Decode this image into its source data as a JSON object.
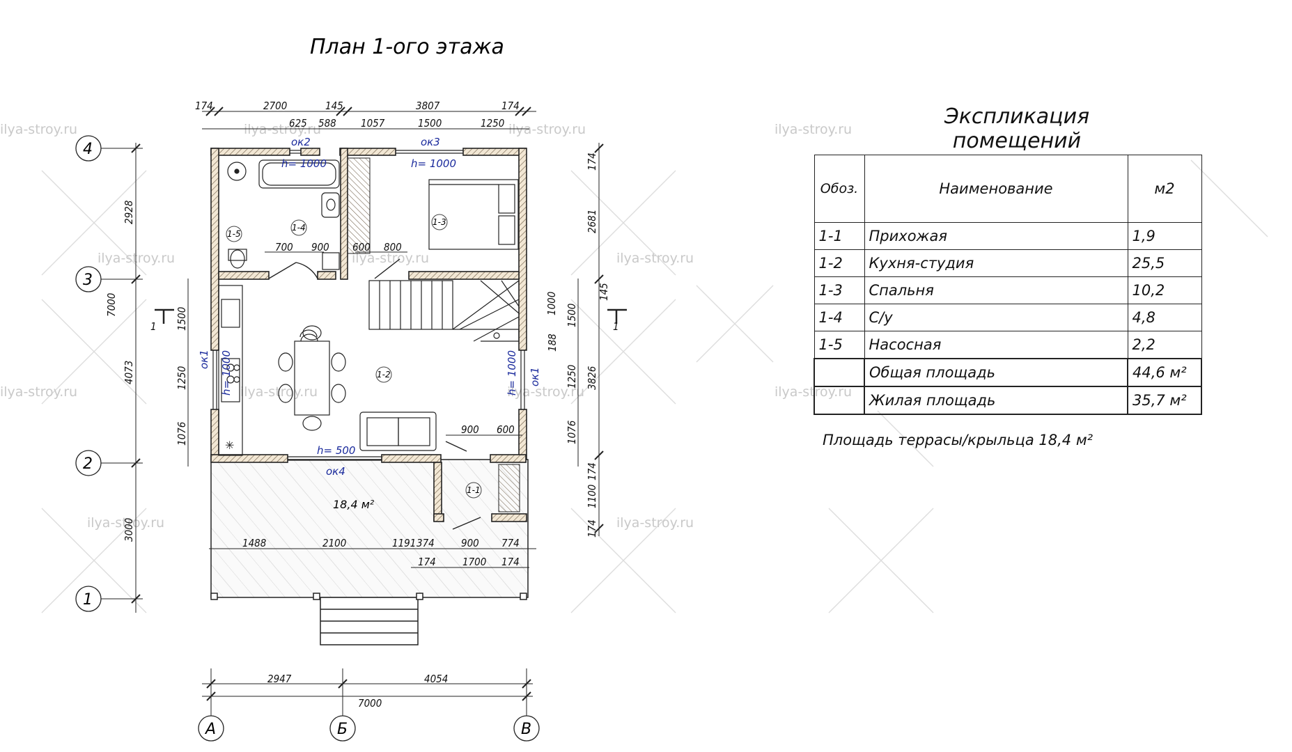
{
  "plan_title": "План 1-ого этажа",
  "watermark": "ilya-stroy.ru",
  "axes": {
    "rows": [
      "4",
      "3",
      "2",
      "1"
    ],
    "cols": [
      "А",
      "Б",
      "В"
    ]
  },
  "dims_top_outer": [
    "174",
    "2700",
    "145",
    "3807",
    "174"
  ],
  "dims_top_inner": [
    "625",
    "588",
    "1057",
    "1500",
    "1250"
  ],
  "dims_left": [
    "2928",
    "4073",
    "3000",
    "7000"
  ],
  "dims_left_inner": [
    "1500",
    "1250",
    "1076"
  ],
  "dims_right": [
    "174",
    "2681",
    "145",
    "1000",
    "1500",
    "188",
    "1250",
    "3826",
    "1076",
    "174",
    "1100",
    "174"
  ],
  "dims_bottom": [
    "2947",
    "4054",
    "7000"
  ],
  "dims_inside": {
    "door_wc": [
      "700",
      "900"
    ],
    "door_bed": [
      "600",
      "800"
    ],
    "porch_top": [
      "900",
      "600"
    ],
    "terrace_row": [
      "1488",
      "2100",
      "1191",
      "374",
      "900",
      "774"
    ],
    "porch_bottom": [
      "174",
      "1700",
      "174"
    ]
  },
  "windows": {
    "ok1": "ок1",
    "ok2": "ок2",
    "ok3": "ок3",
    "ok4": "ок4",
    "h1000": "h= 1000",
    "h500": "h= 500"
  },
  "rooms": {
    "r11": "1-1",
    "r12": "1-2",
    "r13": "1-3",
    "r14": "1-4",
    "r15": "1-5"
  },
  "terrace_label": "18,4 м²",
  "section_mark": "1",
  "explication": {
    "title": "Экспликация помещений",
    "headers": [
      "Обоз.",
      "Наименование",
      "м2"
    ],
    "rows": [
      {
        "code": "1-1",
        "name": "Прихожая",
        "area": "1,9"
      },
      {
        "code": "1-2",
        "name": "Кухня-студия",
        "area": "25,5"
      },
      {
        "code": "1-3",
        "name": "Спальня",
        "area": "10,2"
      },
      {
        "code": "1-4",
        "name": "С/у",
        "area": "4,8"
      },
      {
        "code": "1-5",
        "name": "Насосная",
        "area": "2,2"
      }
    ],
    "total_label": "Общая площадь",
    "total_value": "44,6 м²",
    "living_label": "Жилая площадь",
    "living_value": "35,7 м²"
  },
  "terrace_area_text": "Площадь террасы/крыльца    18,4 м²"
}
